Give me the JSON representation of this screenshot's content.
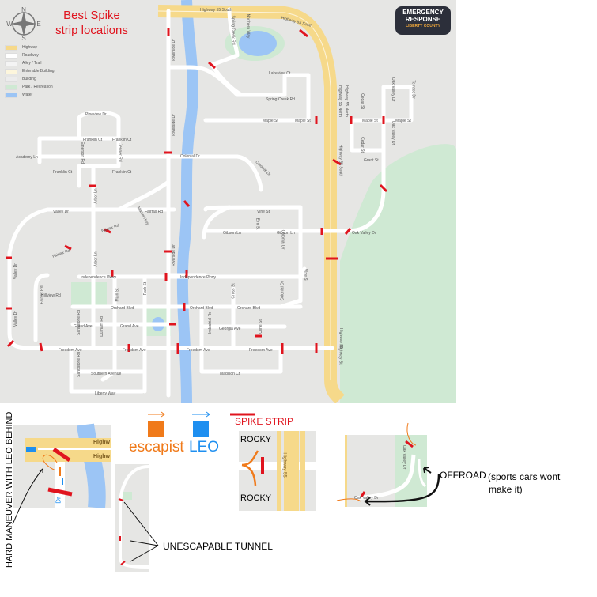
{
  "title": "Best Spike strip locations",
  "logo": {
    "line1": "EMERGENCY",
    "line2": "RESPONSE",
    "line3": "LIBERTY COUNTY"
  },
  "compass": {
    "n": "N",
    "s": "S",
    "e": "E",
    "w": "W"
  },
  "legend": [
    {
      "label": "Highway",
      "color": "#f6d98a"
    },
    {
      "label": "Roadway",
      "color": "#ffffff"
    },
    {
      "label": "Alley / Trail",
      "color": "#f4f4f4"
    },
    {
      "label": "Enterable Building",
      "color": "#fdf6dc"
    },
    {
      "label": "Building",
      "color": "#ececec"
    },
    {
      "label": "Park / Recreation",
      "color": "#cfe9d3"
    },
    {
      "label": "Water",
      "color": "#9cc5f5"
    }
  ],
  "colors": {
    "background": "#e6e6e4",
    "road": "#ffffff",
    "highway": "#f6d98a",
    "water": "#9cc5f5",
    "park": "#cfe9d3",
    "spike": "#e0141e",
    "escapist": "#f07a1a",
    "leo": "#1e8ff0"
  },
  "streets": [
    "Highway 55 South",
    "Highway 55 South",
    "Highway 55 North",
    "Highway 55 North",
    "Highway 55 South",
    "Highway 55",
    "Riverside Dr",
    "Riverside Dr",
    "Riverside Dr",
    "Spring Creek Rd",
    "Northern Way",
    "Lakeview Ct",
    "Spring Creek Rd",
    "Maple St",
    "Maple St",
    "Maple St",
    "Maple St",
    "Cedar St",
    "Oak Valley Dr",
    "Terrace Dr",
    "Cedar St",
    "Grant St",
    "Oak Valley Dr",
    "Pineview Dr",
    "Franklin Ct",
    "Franklin Ct",
    "Academy Ln",
    "Emerson Rd",
    "Jenner Rd",
    "Franklin Ct",
    "Franklin Ct",
    "Colonial Dr",
    "Colonial Dr",
    "Arbor Ln",
    "Valley Dr",
    "Fairfax Rd",
    "Fairfax Rd",
    "Mikkel Hwy",
    "Vine St",
    "Elm St",
    "Gibson Ln",
    "Gibson Ln",
    "Oak Valley Dr",
    "Fairfax Rd",
    "Arbor Ln",
    "Valley Dr",
    "Colonial Dr",
    "Vine St",
    "Independence Pkwy",
    "Independence Pkwy",
    "Hillview Rd",
    "Fairfax Rd",
    "Main St",
    "Park St",
    "Cross St",
    "Colonial Dr",
    "Orchard Blvd",
    "Orchard Blvd",
    "Orchard Blvd",
    "Valley Dr",
    "Grand Ave",
    "Grand Ave",
    "Sandstone Rd",
    "Durham Rd",
    "Georgia Ave",
    "Industrial Rd",
    "Cline St",
    "Freedom Ave",
    "Freedom Ave",
    "Freedom Ave",
    "Freedom Ave",
    "Madison Ct",
    "Southern Avenue",
    "Liberty Way",
    "Sandstone Rd",
    "Highway St"
  ],
  "key": {
    "escapist_label": "escapist",
    "leo_label": "LEO",
    "spike_label": "SPIKE STRIP"
  },
  "insets": {
    "hard_maneuver": {
      "caption": "HARD MANEUVER WITH LEO BEHIND",
      "road_label1": "Highw",
      "road_label2": "Highw",
      "street": "Dr"
    },
    "tunnel": {
      "caption": "UNESCAPABLE TUNNEL"
    },
    "rocky": {
      "top": "ROCKY",
      "bottom": "ROCKY",
      "highway": "Highway 55"
    },
    "offroad": {
      "caption": "OFFROAD",
      "note_line1": "(sports cars wont",
      "note_line2": "make it)",
      "street1": "Oak Valley Dr",
      "street2": "Oak Valley Dr"
    }
  }
}
